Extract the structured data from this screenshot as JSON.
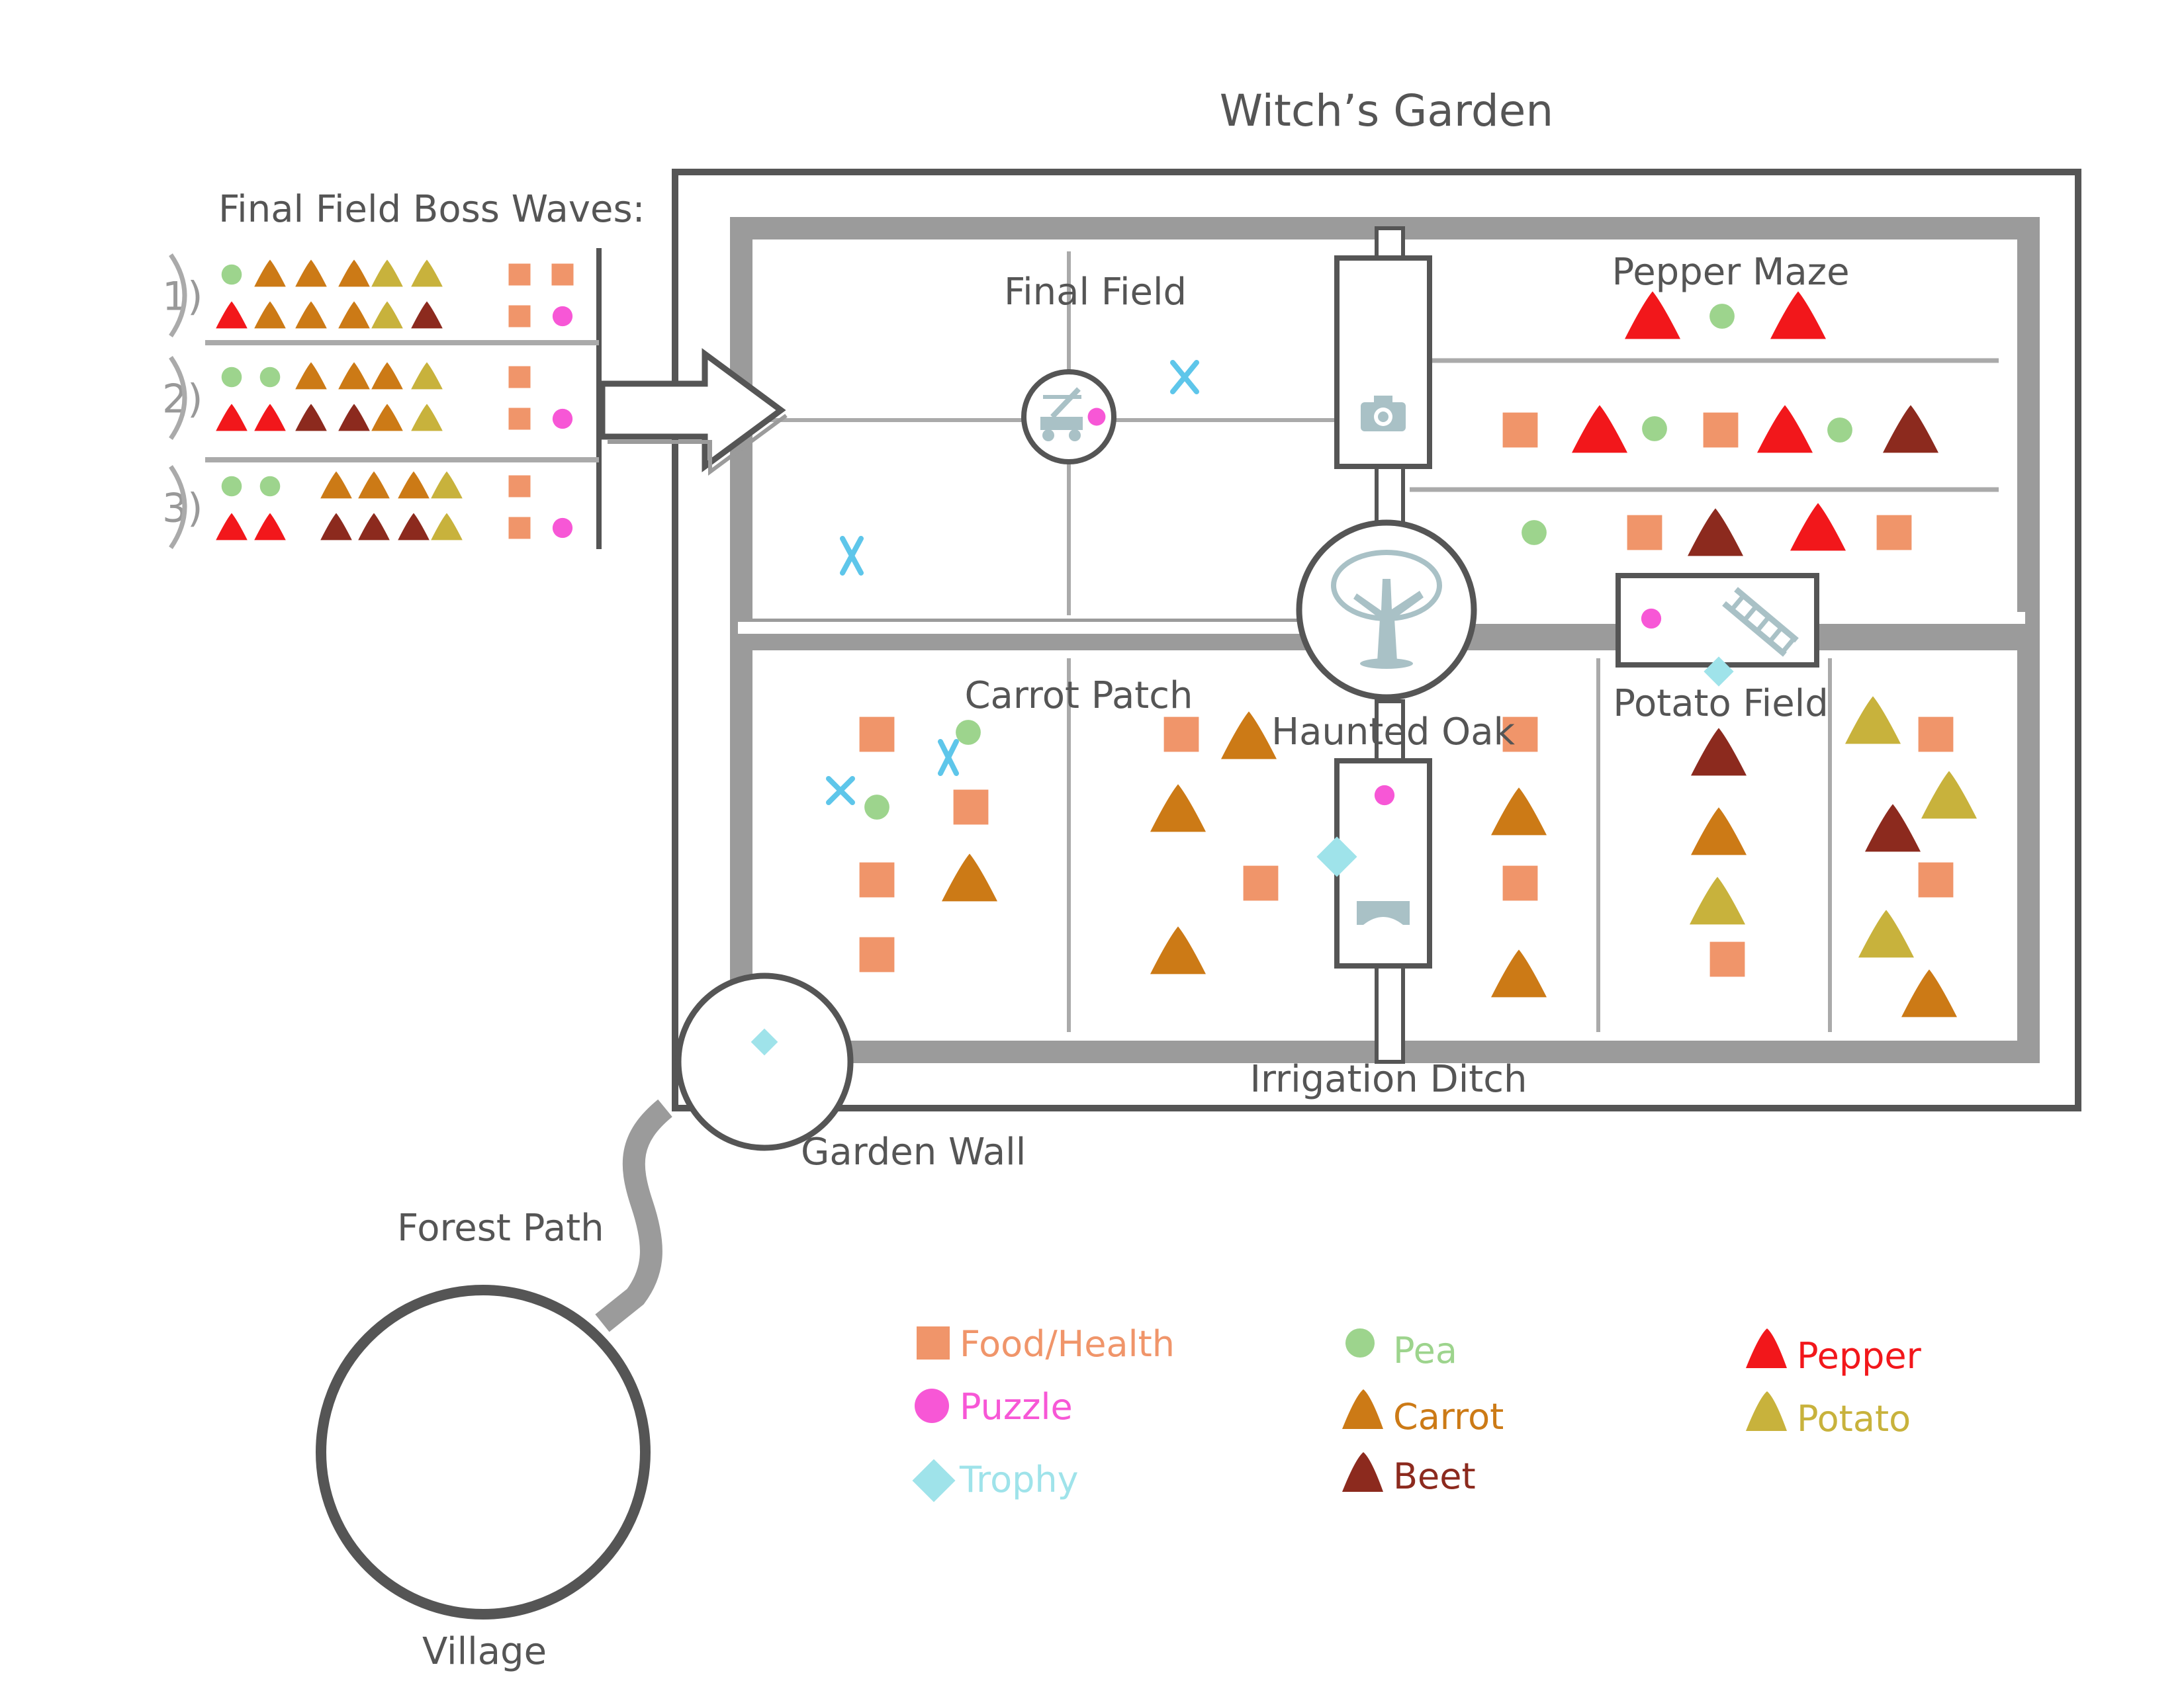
{
  "title": "Witch’s Garden",
  "waves_title": "Final Field Boss Waves:",
  "wave_numbers": [
    "1)",
    "2)",
    "3)"
  ],
  "waves": [
    [
      [
        "pea",
        "carrot",
        "carrot",
        "carrot",
        "potato",
        "potato"
      ],
      [
        "pepper",
        "carrot",
        "carrot",
        "carrot",
        "potato",
        "beet"
      ]
    ],
    [
      [
        "pea",
        "pea",
        "carrot",
        "carrot",
        "carrot",
        "potato"
      ],
      [
        "pepper",
        "pepper",
        "beet",
        "beet",
        "carrot",
        "potato"
      ]
    ],
    [
      [
        "pea",
        "pea",
        "carrot",
        "carrot",
        "carrot",
        "potato"
      ],
      [
        "pepper",
        "pepper",
        "beet",
        "beet",
        "beet",
        "potato"
      ]
    ]
  ],
  "areas": {
    "final_field": "Final Field",
    "pepper_maze": "Pepper Maze",
    "carrot_patch": "Carrot Patch",
    "haunted_oak": "Haunted Oak",
    "potato_field": "Potato Field",
    "irrigation_ditch": "Irrigation Ditch",
    "garden_wall": "Garden Wall",
    "forest_path": "Forest Path",
    "village": "Village"
  },
  "colors": {
    "food": "#f0956a",
    "puzzle": "#f757d6",
    "trophy": "#9fe3ea",
    "pea": "#9dd48d",
    "carrot": "#cc7a16",
    "beet": "#8c2a1e",
    "pepper": "#f2171b",
    "potato": "#c8b23c",
    "wall": "#9b9b9b",
    "outline": "#555555",
    "icon": "#a9c1c6",
    "x_mark": "#5ec6ea"
  },
  "legend": {
    "food": "Food/Health",
    "puzzle": "Puzzle",
    "trophy": "Trophy",
    "pea": "Pea",
    "carrot": "Carrot",
    "beet": "Beet",
    "pepper": "Pepper",
    "potato": "Potato"
  },
  "icons": [
    "catapult-icon",
    "camera-icon",
    "tree-icon",
    "ladder-icon",
    "bridge-icon"
  ]
}
